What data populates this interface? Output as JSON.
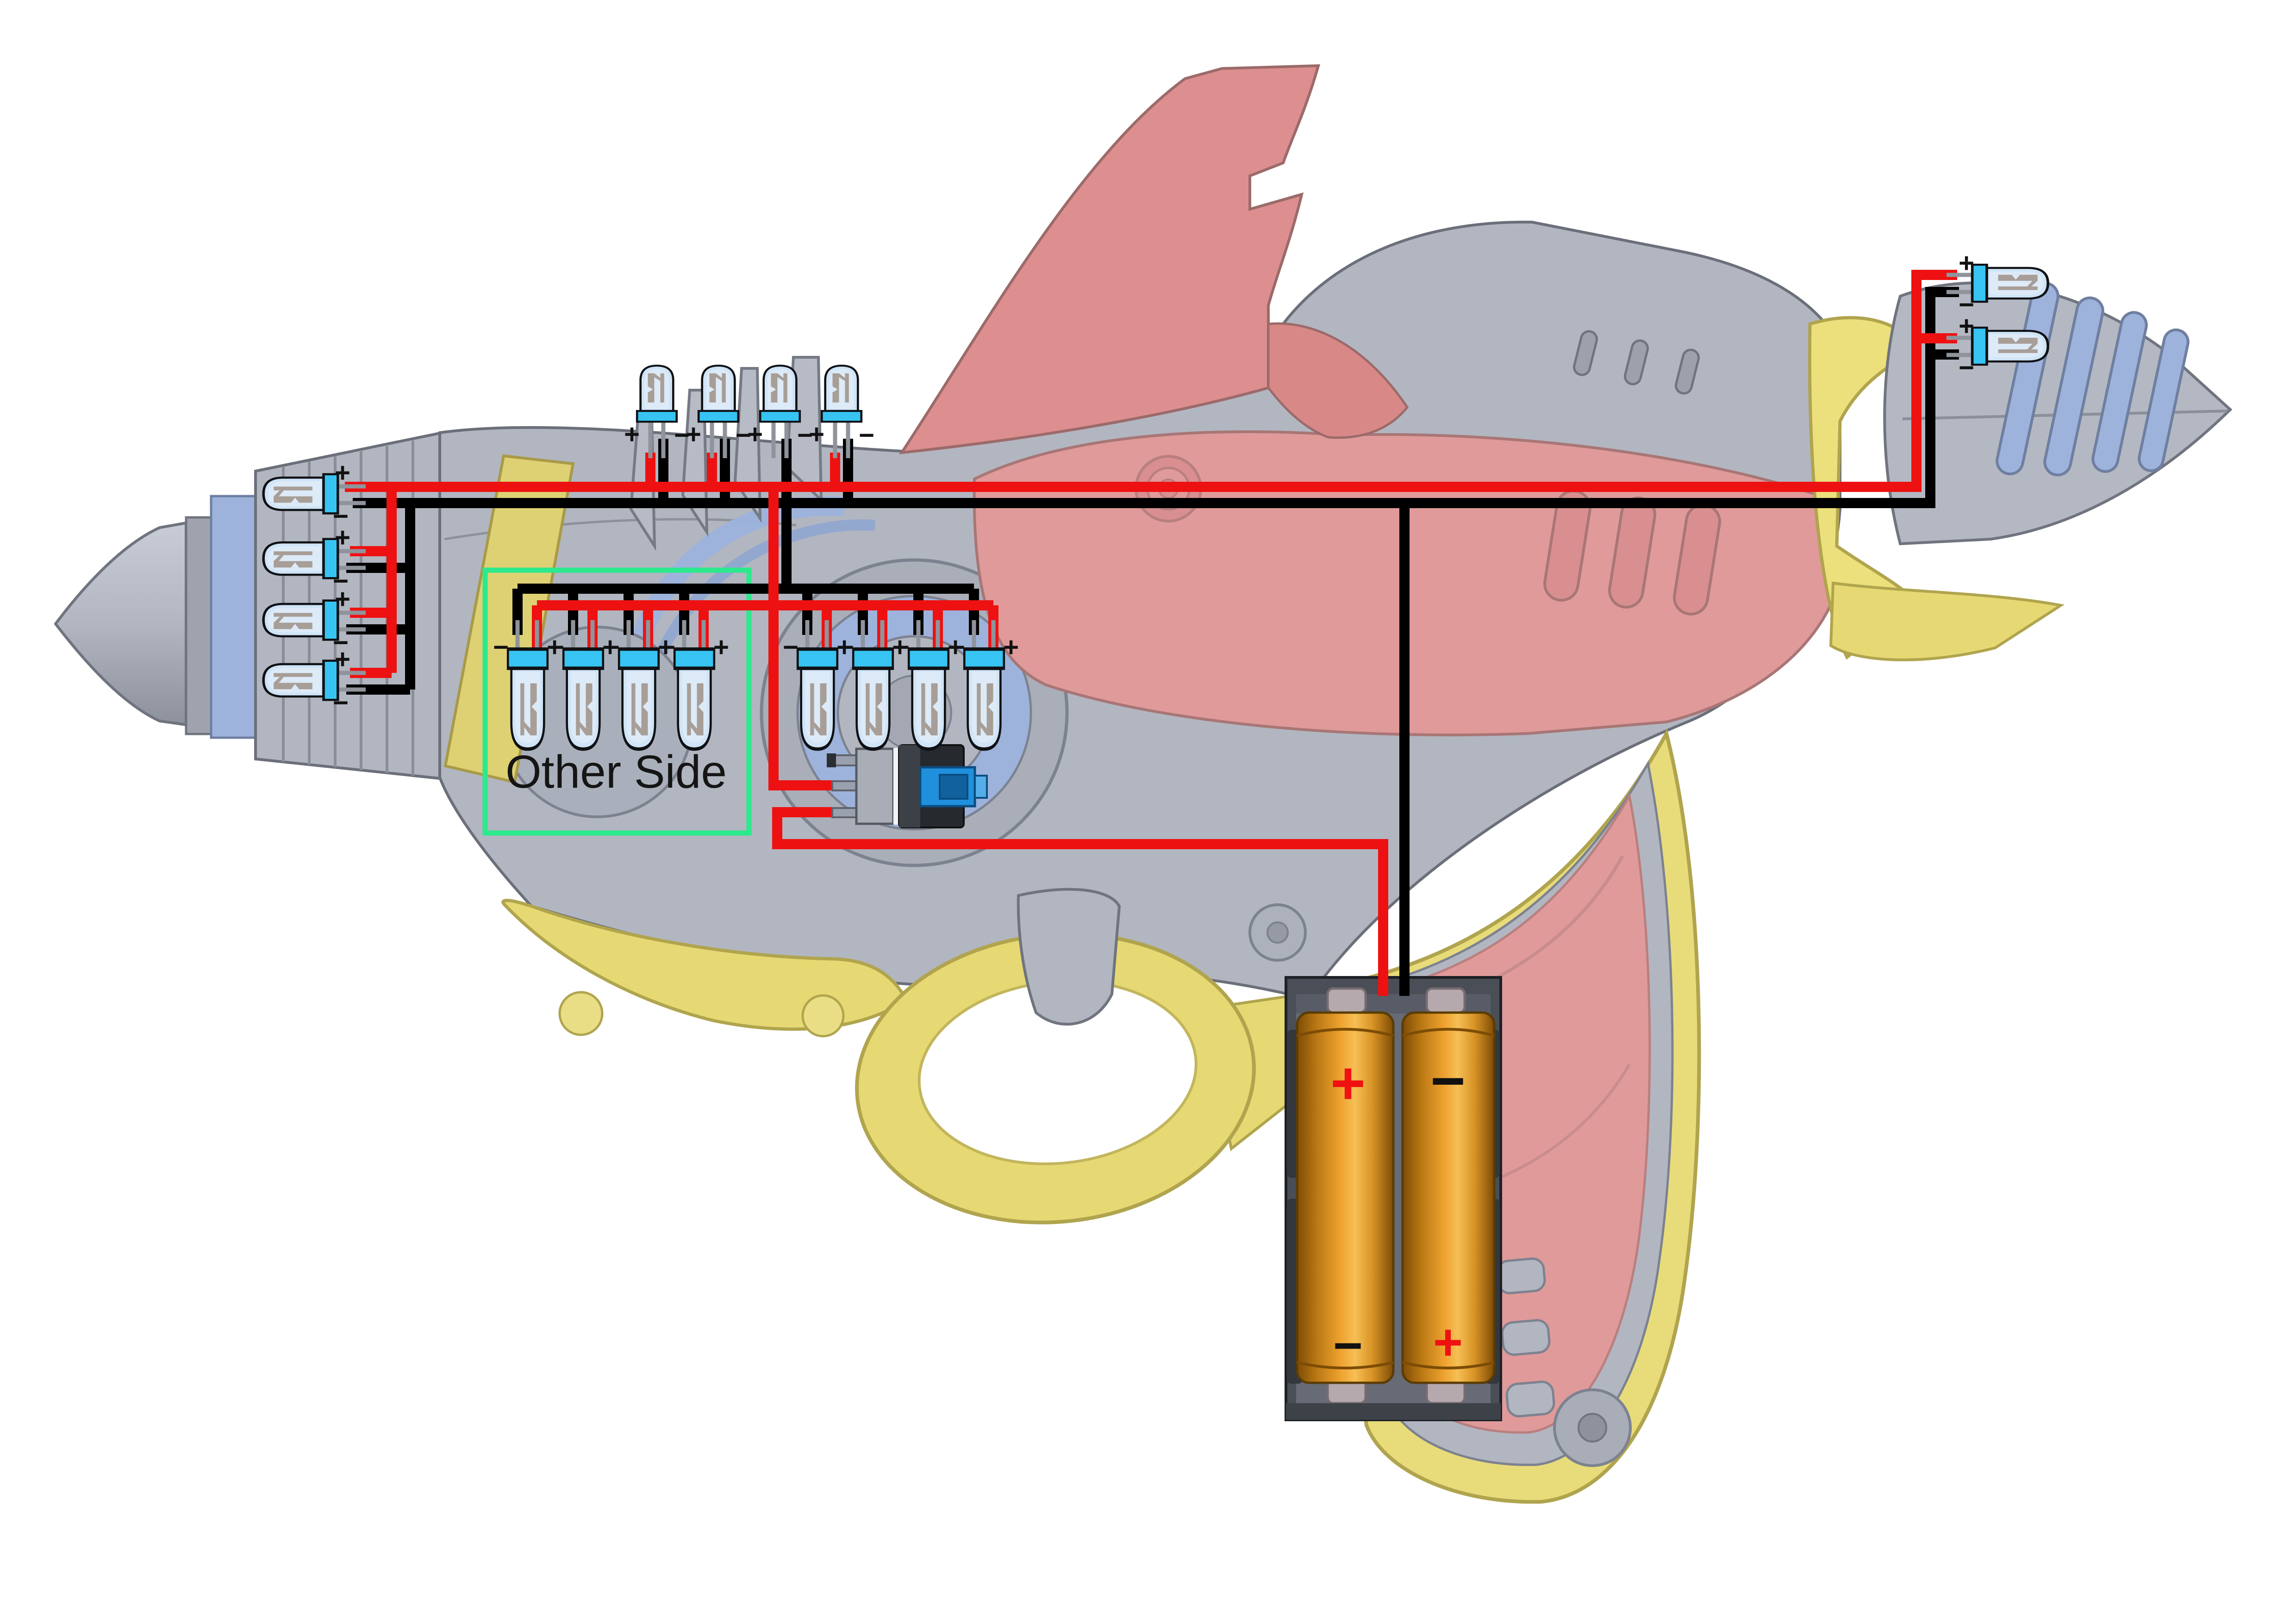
{
  "canvas": {
    "background": "#ffffff"
  },
  "annotation": {
    "other_side_label": "Other Side"
  },
  "symbols": {
    "plus": "+",
    "minus": "−"
  },
  "colors": {
    "wire_positive": "#ee1111",
    "wire_negative": "#000000",
    "other_side_box": "#2be98c",
    "led_flange": "#37c4f2",
    "led_dome": "#cfe4f6",
    "battery_cell_orange": "#eea22f",
    "body_gray": "#b2b6c0",
    "accent_yellow": "#e8dc7a",
    "accent_salmon": "#e09a9a"
  },
  "led_groups": [
    {
      "id": "nose-array",
      "count": 4,
      "orientation": "left",
      "top_lead": "+",
      "bottom_lead": "−"
    },
    {
      "id": "top-array",
      "count": 4,
      "orientation": "up",
      "left_lead": "+",
      "right_lead": "−"
    },
    {
      "id": "other-side-array",
      "count": 4,
      "orientation": "down",
      "left_lead": "−",
      "right_lead": "+",
      "boxed": true
    },
    {
      "id": "mid-array",
      "count": 4,
      "orientation": "down",
      "left_lead": "−",
      "right_lead": "+"
    },
    {
      "id": "tip-array",
      "count": 2,
      "orientation": "right",
      "top_lead": "+",
      "bottom_lead": "−"
    }
  ],
  "battery_pack": {
    "cells": 2,
    "left_cell": {
      "top": "+",
      "bottom": "−"
    },
    "right_cell": {
      "top": "−",
      "bottom": "+"
    }
  },
  "switch": {
    "type": "slide-switch",
    "pins": 3
  }
}
